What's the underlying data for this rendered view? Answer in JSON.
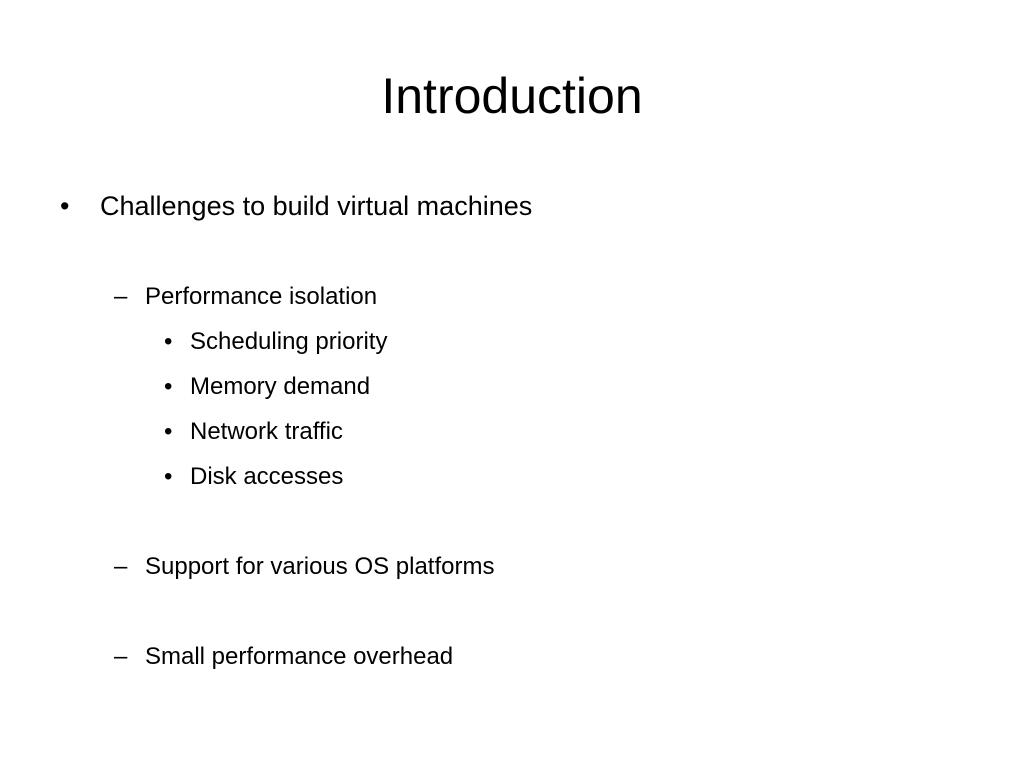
{
  "slide": {
    "title": "Introduction",
    "bullet_main": {
      "marker": "•",
      "text": "Challenges to build virtual machines"
    },
    "sub_items": [
      {
        "marker": "–",
        "text": "Performance isolation"
      },
      {
        "marker": "–",
        "text": "Support for various OS platforms"
      },
      {
        "marker": "–",
        "text": "Small performance overhead"
      }
    ],
    "isolation_points": [
      {
        "marker": "•",
        "text": "Scheduling priority"
      },
      {
        "marker": "•",
        "text": "Memory demand"
      },
      {
        "marker": "•",
        "text": "Network traffic"
      },
      {
        "marker": "•",
        "text": "Disk accesses"
      }
    ]
  }
}
